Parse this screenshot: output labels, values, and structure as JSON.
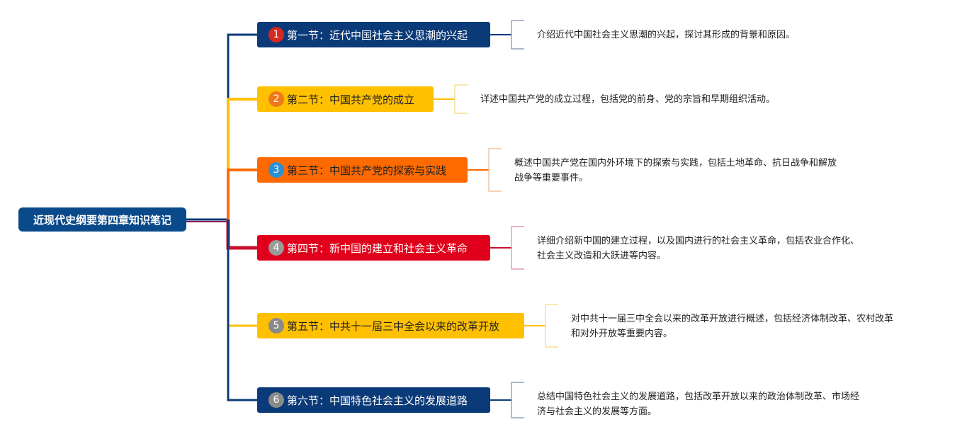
{
  "root": {
    "label": "近现代史纲要第四章知识笔记"
  },
  "sections": [
    {
      "number": "1",
      "title": "第一节：近代中国社会主义思潮的兴起",
      "desc": [
        "介绍近代中国社会主义思潮的兴起，探讨其形成的背景和原因。"
      ],
      "color": "#0b3a78",
      "badge": "#d6281e",
      "text_color": "#ffffff"
    },
    {
      "number": "2",
      "title": "第二节：中国共产党的成立",
      "desc": [
        "详述中国共产党的成立过程，包括党的前身、党的宗旨和早期组织活动。"
      ],
      "color": "#ffc000",
      "badge": "#f07818",
      "text_color": "#222222"
    },
    {
      "number": "3",
      "title": "第三节：中国共产党的探索与实践",
      "desc": [
        "概述中国共产党在国内外环境下的探索与实践，包括土地革命、抗日战争和解放",
        "战争等重要事件。"
      ],
      "color": "#ff6a00",
      "badge": "#2b8fd6",
      "text_color": "#222222"
    },
    {
      "number": "4",
      "title": "第四节：新中国的建立和社会主义革命",
      "desc": [
        "详细介绍新中国的建立过程，以及国内进行的社会主义革命，包括农业合作化、",
        "社会主义改造和大跃进等内容。"
      ],
      "color": "#e0001b",
      "badge": "#9a9a9a",
      "text_color": "#ffffff"
    },
    {
      "number": "5",
      "title": "第五节：中共十一届三中全会以来的改革开放",
      "desc": [
        "对中共十一届三中全会以来的改革开放进行概述，包括经济体制改革、农村改革",
        "和对外开放等重要内容。"
      ],
      "color": "#ffc000",
      "badge": "#8a8a8a",
      "text_color": "#222222"
    },
    {
      "number": "6",
      "title": "第六节：中国特色社会主义的发展道路",
      "desc": [
        "总结中国特色社会主义的发展道路，包括改革开放以来的政治体制改革、市场经",
        "济与社会主义的发展等方面。"
      ],
      "color": "#0b3a78",
      "badge": "#8a8a8a",
      "text_color": "#ffffff"
    }
  ]
}
